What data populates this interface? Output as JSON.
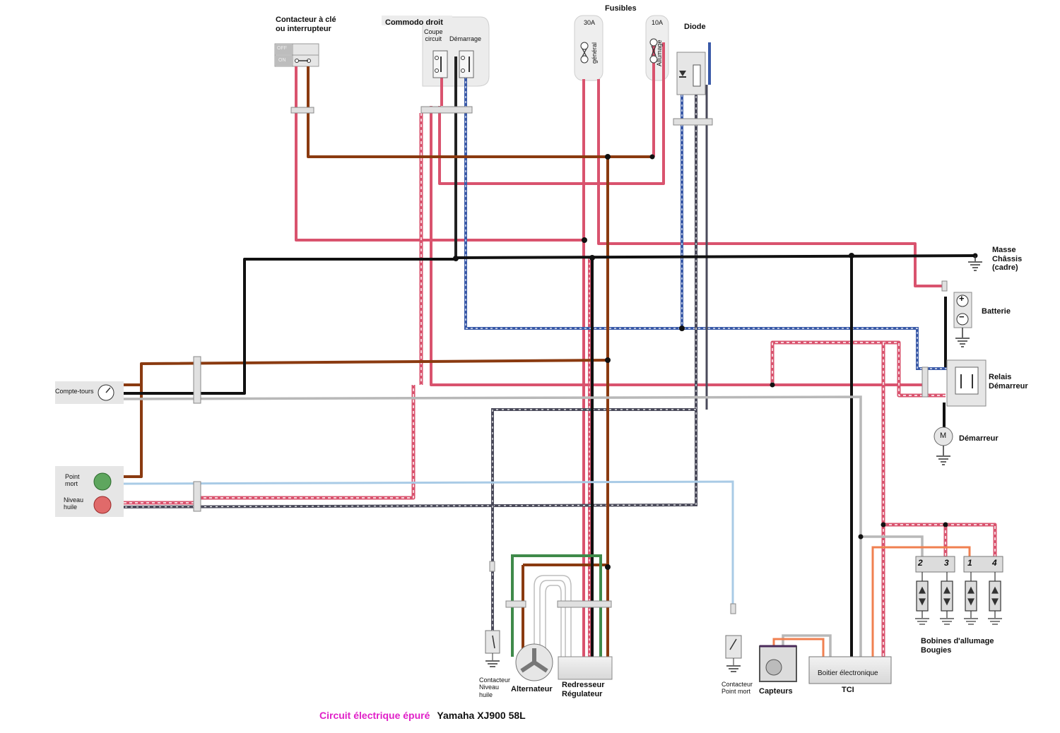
{
  "labels": {
    "contacteur_cle_1": "Contacteur à clé",
    "contacteur_cle_2": "ou interrupteur",
    "off": "OFF",
    "on": "ON",
    "commodo": "Commodo droit",
    "coupe_1": "Coupe",
    "coupe_2": "circuit",
    "demarrage": "Démarrage",
    "fusibles": "Fusibles",
    "fuse_30a": "30A",
    "fuse_10a": "10A",
    "general": "général",
    "allumage": "Allumage",
    "diode": "Diode",
    "masse_1": "Masse",
    "masse_2": "Châssis",
    "masse_3": "(cadre)",
    "batterie": "Batterie",
    "plus": "+",
    "minus": "−",
    "relais_1": "Relais",
    "relais_2": "Démarreur",
    "demarreur": "Démarreur",
    "motor_m": "M",
    "compte_tours": "Compte-tours",
    "point_mort_1": "Point",
    "point_mort_2": "mort",
    "niveau_huile_1": "Niveau",
    "niveau_huile_2": "huile",
    "bobines_1": "Bobines d'allumage",
    "bobines_2": "Bougies",
    "coil_2": "2",
    "coil_3": "3",
    "coil_1": "1",
    "coil_4": "4",
    "cont_niveau_1": "Contacteur",
    "cont_niveau_2": "Niveau",
    "cont_niveau_3": "huile",
    "alternateur": "Alternateur",
    "redresseur_1": "Redresseur",
    "redresseur_2": "Régulateur",
    "cont_pm_1": "Contacteur",
    "cont_pm_2": "Point mort",
    "capteurs": "Capteurs",
    "boitier": "Boitier électronique",
    "tci": "TCI"
  },
  "caption": {
    "part1": "Circuit électrique épuré",
    "part2": "Yamaha XJ900  58L"
  },
  "colors": {
    "pink": "#d9536e",
    "brown": "#8a3a10",
    "black": "#111111",
    "blue": "#3a5aa8",
    "lightblue": "#a9cbe6",
    "grey": "#b8b8b8",
    "green": "#3f8a4a",
    "orange": "#f08050",
    "darkgrey": "#4a4a5a",
    "caption_accent": "#e020c8"
  }
}
